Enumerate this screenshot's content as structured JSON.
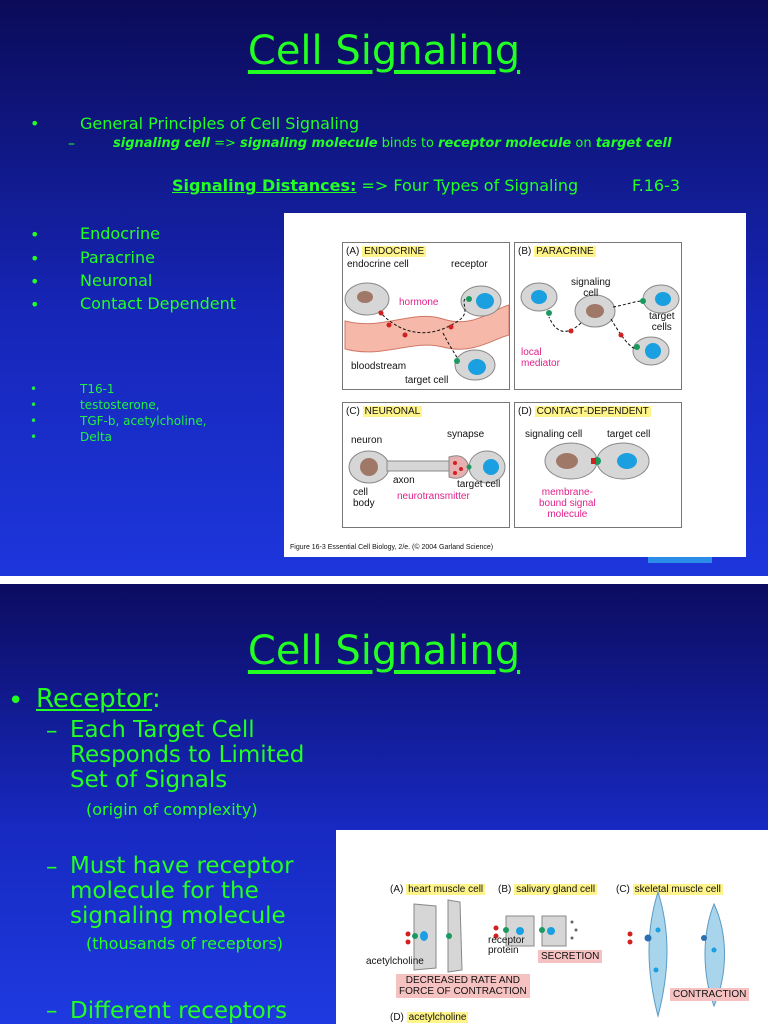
{
  "slide1": {
    "title": "Cell Signaling",
    "principle": "General Principles of Cell Signaling",
    "sub": {
      "signaling_cell": "signaling cell",
      "arrow": " => ",
      "signaling_molecule": "signaling molecule",
      "binds_to": " binds to ",
      "receptor_molecule": "receptor molecule",
      "on": " on ",
      "target_cell": "target cell"
    },
    "distances_label": "Signaling Distances:",
    "distances_rest": " => Four Types of Signaling",
    "fig_ref": "F.16-3",
    "types": [
      "Endocrine",
      "Paracrine",
      "Neuronal",
      "Contact Dependent"
    ],
    "notes": [
      "T16-1",
      "testosterone,",
      "TGF-b, acetylcholine,",
      "Delta"
    ],
    "figure": {
      "a": {
        "label_prefix": "(A) ",
        "label": "ENDOCRINE",
        "endocrine_cell": "endocrine cell",
        "receptor": "receptor",
        "hormone": "hormone",
        "bloodstream": "bloodstream",
        "target_cell": "target cell"
      },
      "b": {
        "label_prefix": "(B) ",
        "label": "PARACRINE",
        "signaling_cell_1": "signaling",
        "signaling_cell_2": "cell",
        "target_cells_1": "target",
        "target_cells_2": "cells",
        "local_1": "local",
        "local_2": "mediator"
      },
      "c": {
        "label_prefix": "(C) ",
        "label": "NEURONAL",
        "neuron": "neuron",
        "synapse": "synapse",
        "axon": "axon",
        "target_cell": "target cell",
        "cell_body_1": "cell",
        "cell_body_2": "body",
        "neurotransmitter": "neurotransmitter"
      },
      "d": {
        "label_prefix": "(D) ",
        "label": "CONTACT-DEPENDENT",
        "signaling_cell": "signaling cell",
        "target_cell": "target cell",
        "membrane_1": "membrane-",
        "membrane_2": "bound signal",
        "membrane_3": "molecule"
      },
      "caption": "Figure 16-3  Essential Cell Biology, 2/e. (© 2004 Garland Science)"
    }
  },
  "slide2": {
    "title": "Cell Signaling",
    "receptor": "Receptor",
    "colon": ":",
    "p1": [
      "Each Target Cell",
      "Responds to Limited",
      "Set of Signals"
    ],
    "p1_note": "(origin of complexity)",
    "p2": [
      "Must have receptor",
      "molecule for the",
      "signaling molecule"
    ],
    "p2_note": "(thousands of receptors)",
    "p3": "Different receptors",
    "figure": {
      "a_prefix": "(A) ",
      "a": "heart muscle cell",
      "b_prefix": "(B) ",
      "b": "salivary gland cell",
      "c_prefix": "(C) ",
      "c": "skeletal muscle cell",
      "receptor_1": "receptor",
      "receptor_2": "protein",
      "acetylcholine": "acetylcholine",
      "secretion": "SECRETION",
      "decreased_1": "DECREASED RATE AND",
      "decreased_2": "FORCE OF CONTRACTION",
      "contraction": "CONTRACTION",
      "d_prefix": "(D) ",
      "d": "acetylcholine"
    }
  }
}
